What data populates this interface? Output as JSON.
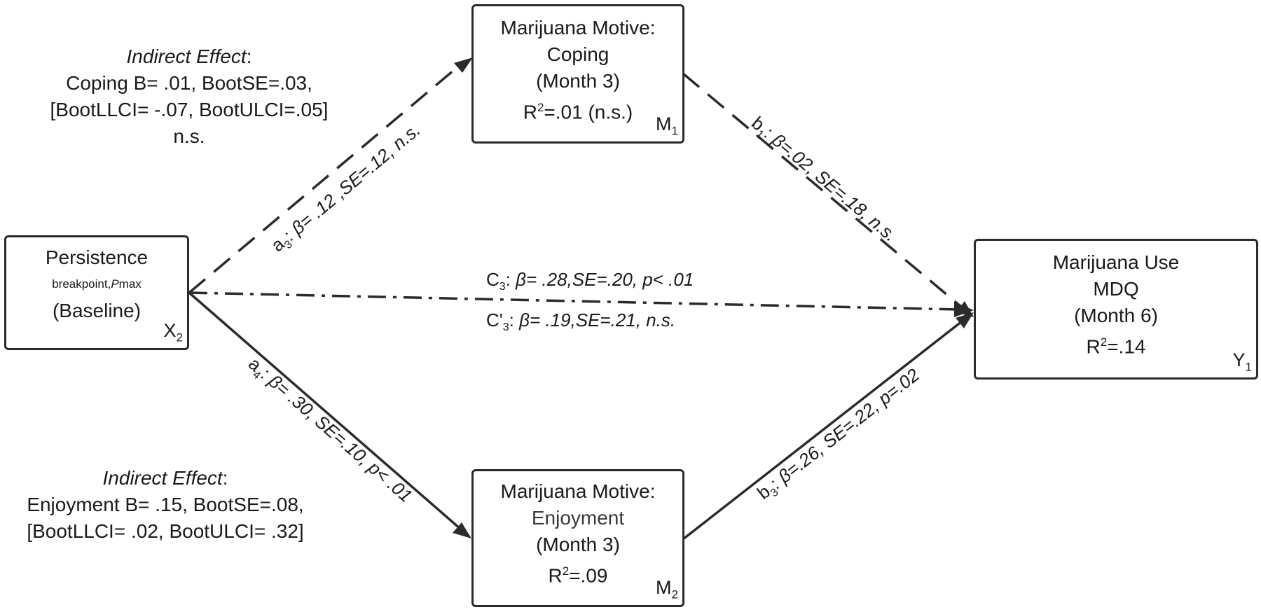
{
  "nodes": {
    "x2": {
      "line1": "Persistence",
      "line2a": "breakpoint,",
      "line2b": "P",
      "line2c": "max",
      "line3": "(Baseline)",
      "tag": "X",
      "tag_sub": "2"
    },
    "m1": {
      "line1": "Marijuana Motive:",
      "line2": "Coping",
      "line3": "(Month 3)",
      "line4a": "R",
      "line4sup": "2",
      "line4b": "=.01 (n.s.)",
      "tag": "M",
      "tag_sub": "1"
    },
    "m2": {
      "line1": "Marijuana Motive:",
      "line2": "Enjoyment",
      "line3": "(Month 3)",
      "line4a": "R",
      "line4sup": "2",
      "line4b": "=.09",
      "tag": "M",
      "tag_sub": "2"
    },
    "y1": {
      "line1": "Marijuana Use",
      "line2": "MDQ",
      "line3": "(Month 6)",
      "line4a": "R",
      "line4sup": "2",
      "line4b": "=.14",
      "tag": "Y",
      "tag_sub": "1"
    }
  },
  "paths": {
    "a3": {
      "name": "a",
      "sub": "3",
      "sep": ": ",
      "stats": "β= .12 ,SE=.12, n.s."
    },
    "a4": {
      "name": "a",
      "sub": "4",
      "sep": ": ",
      "stats": "β= .30, SE=.10, p< .01"
    },
    "b1": {
      "name": "b",
      "sub": "1",
      "sep": ": ",
      "stats": "β=.02, SE=.18, n.s."
    },
    "b3": {
      "name": "b",
      "sub": "3",
      "sep": ": ",
      "stats": "β=.26, SE=.22, p=.02"
    },
    "c3": {
      "name": "C",
      "sub": "3",
      "sep": ": ",
      "stats": "β= .28,SE=.20, p< .01"
    },
    "c3p": {
      "name": "C'",
      "sub": "3",
      "sep": ": ",
      "stats": "β= .19,SE=.21, n.s."
    }
  },
  "notes": {
    "top": {
      "heading": "Indirect Effect",
      "colon": ":",
      "line1": "Coping B= .01, BootSE=.03,",
      "line2": "[BootLLCI= -.07, BootULCI=.05]",
      "line3": "n.s."
    },
    "bottom": {
      "heading": "Indirect Effect",
      "colon": ":",
      "line1": "Enjoyment B= .15, BootSE=.08,",
      "line2": "[BootLLCI= .02, BootULCI= .32]"
    }
  },
  "colors": {
    "line": "#2b2b2b",
    "text": "#1a1a1a",
    "background": "#ffffff"
  }
}
